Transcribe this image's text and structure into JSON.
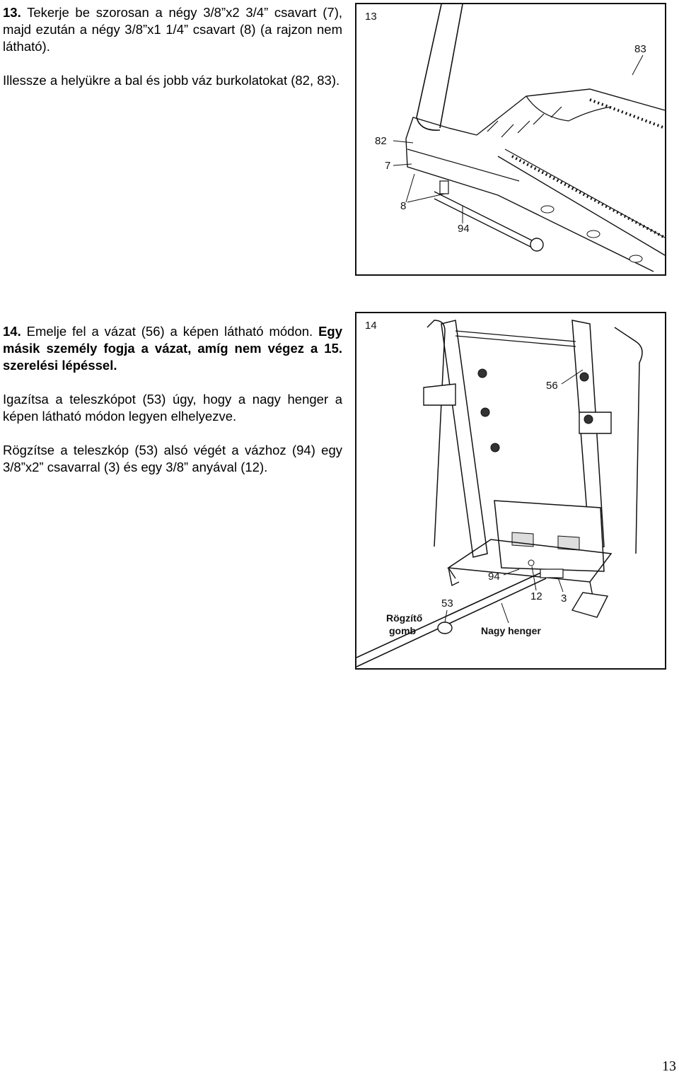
{
  "step13": {
    "number": "13.",
    "para1": "Tekerje be szorosan a négy 3/8”x2 3/4” csavart (7), majd ezután a négy 3/8”x1 1/4” csavart (8) (a rajzon nem látható).",
    "para2": "Illessze a helyükre a bal és jobb váz burkolatokat (82, 83).",
    "figure": {
      "number": "13",
      "callouts": [
        "83",
        "82",
        "7",
        "8",
        "94"
      ]
    }
  },
  "step14": {
    "number": "14.",
    "para1": "Emelje fel a vázat (56) a képen látható módon.",
    "para1_bold": "Egy másik személy fogja a vázat, amíg nem végez a 15. szerelési lépéssel.",
    "para2": "Igazítsa a teleszkópot (53) úgy, hogy a nagy henger a képen látható módon legyen elhelyezve.",
    "para3": "Rögzítse a teleszkóp (53) alsó végét a vázhoz (94) egy 3/8”x2” csavarral (3) és egy 3/8” anyával (12).",
    "figure": {
      "number": "14",
      "callouts": [
        "56",
        "94",
        "12",
        "3",
        "53"
      ],
      "label_knob_line1": "Rögzítő",
      "label_knob_line2": "gomb",
      "label_cylinder": "Nagy henger"
    }
  },
  "page_number": "13"
}
